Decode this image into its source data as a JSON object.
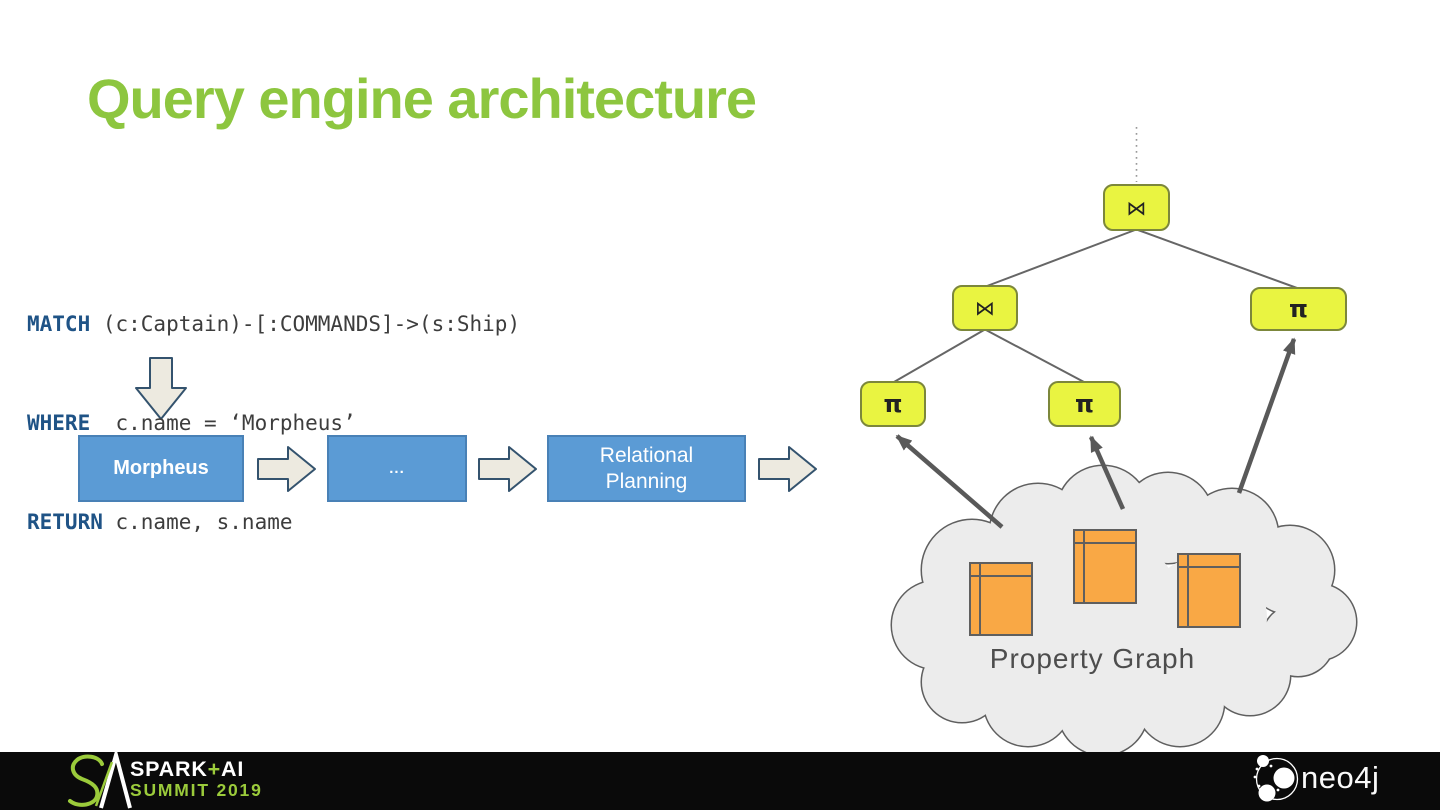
{
  "slide": {
    "title": "Query engine architecture"
  },
  "code": {
    "lines": [
      {
        "keyword": "MATCH",
        "rest": " (c:Captain)-[:COMMANDS]->(s:Ship)"
      },
      {
        "keyword": "WHERE",
        "rest": "  c.name = ‘Morpheus’"
      },
      {
        "keyword": "RETURN",
        "rest": " c.name, s.name"
      }
    ]
  },
  "pipeline": {
    "boxes": [
      {
        "label": "Morpheus"
      },
      {
        "label": "..."
      },
      {
        "label": "Relational Planning"
      }
    ]
  },
  "plan_tree": {
    "nodes": [
      {
        "name": "join-top",
        "symbol": "⋈"
      },
      {
        "name": "join-left",
        "symbol": "⋈"
      },
      {
        "name": "project-right",
        "symbol": "π"
      },
      {
        "name": "project-left",
        "symbol": "π"
      },
      {
        "name": "project-mid",
        "symbol": "π"
      }
    ]
  },
  "cloud": {
    "label": "Property Graph"
  },
  "footer": {
    "spark": {
      "word1": "SPARK",
      "plus": "+",
      "word2": "AI",
      "line2": "SUMMIT 2019"
    },
    "neo4j": "neo4j"
  },
  "colors": {
    "title_green": "#8DC63F",
    "keyword_blue": "#1F5386",
    "code_gray": "#3D3D3D",
    "pipeline_blue": "#5B9BD5",
    "node_yellow": "#E9F441",
    "node_border_olive": "#7C873B",
    "arrow_gray": "#595959",
    "cloud_gray": "#ECECEC",
    "table_orange": "#F9A845",
    "footer_black": "#0A0A0A",
    "logo_green": "#9BCB3B"
  }
}
